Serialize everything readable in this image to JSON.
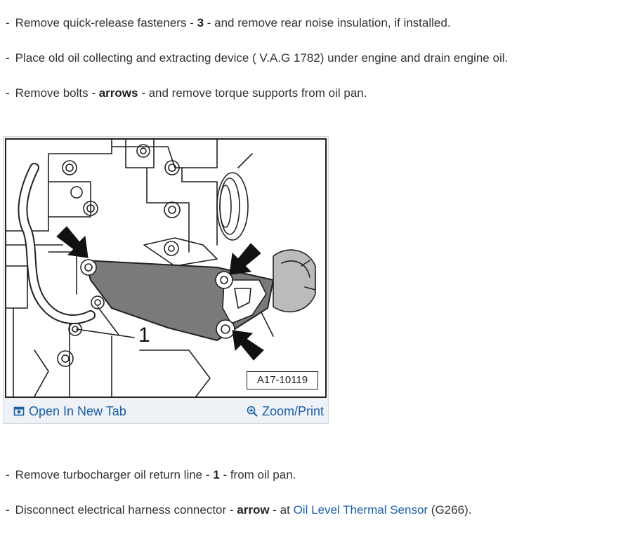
{
  "steps_top": [
    {
      "dash": "-",
      "before": "Remove quick-release fasteners - ",
      "bold": "3",
      "after": " - and remove rear noise insulation, if installed."
    },
    {
      "dash": "-",
      "before": "Place old oil collecting and extracting device ( V.A.G 1782) under engine and drain engine oil.",
      "bold": "",
      "after": ""
    },
    {
      "dash": "-",
      "before": "Remove bolts - ",
      "bold": "arrows",
      "after": " - and remove torque supports from oil pan."
    }
  ],
  "figure": {
    "reference_code": "A17-10119",
    "callout_label": "1",
    "open_tab_label": "Open In New Tab",
    "zoom_label": "Zoom/Print",
    "link_color": "#1a5fa8"
  },
  "steps_bottom": [
    {
      "dash": "-",
      "before": "Remove turbocharger oil return line - ",
      "bold": "1",
      "after": " - from oil pan."
    },
    {
      "dash": "-",
      "before": "Disconnect electrical harness connector - ",
      "bold": "arrow",
      "middle": " - at ",
      "link": "Oil Level Thermal Sensor",
      "after": " (G266)."
    }
  ]
}
